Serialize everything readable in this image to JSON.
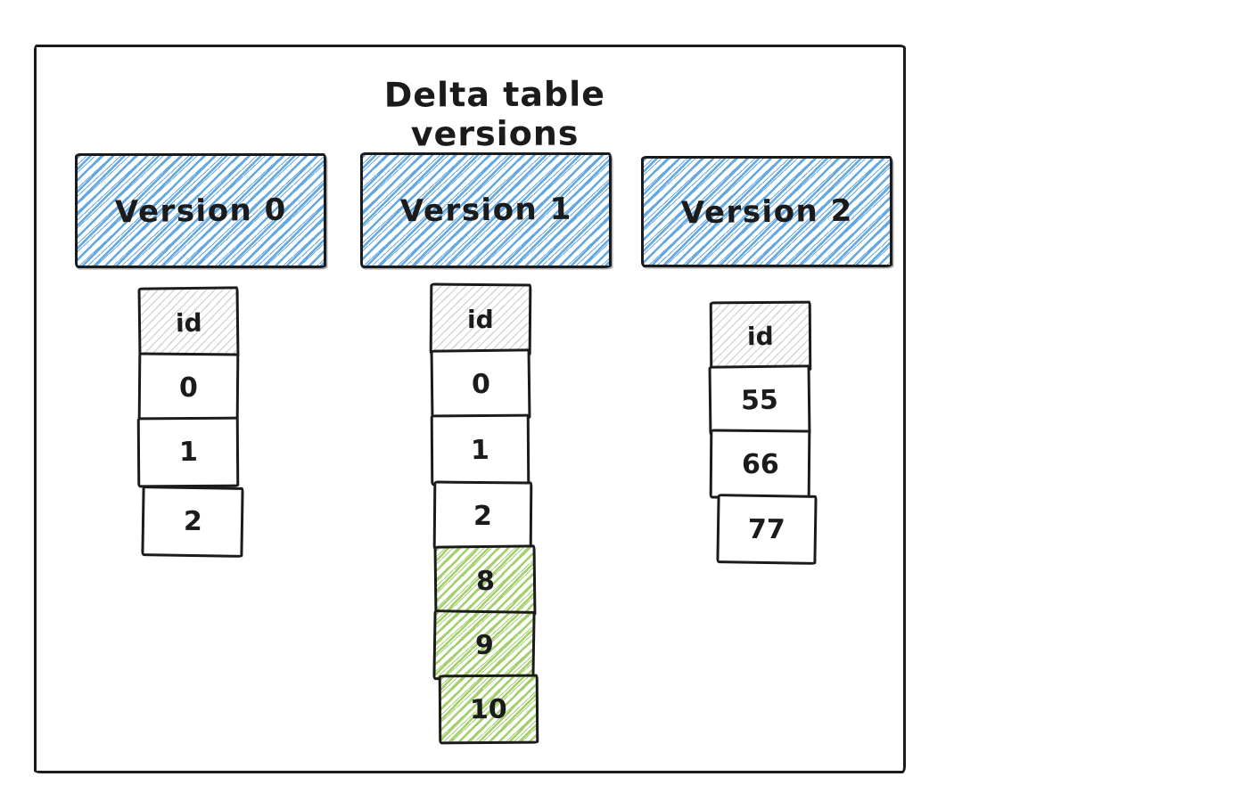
{
  "title": "Delta table versions",
  "colors": {
    "stroke": "#1b1b1b",
    "blue_hatch": "#63a8e2",
    "green_hatch": "#a3cf6d",
    "gray_hatch": "#d8d8d8"
  },
  "columns": [
    {
      "header": "Version 0",
      "id_label": "id",
      "cells": [
        {
          "value": "0",
          "highlighted": false
        },
        {
          "value": "1",
          "highlighted": false
        },
        {
          "value": "2",
          "highlighted": false
        }
      ]
    },
    {
      "header": "Version 1",
      "id_label": "id",
      "cells": [
        {
          "value": "0",
          "highlighted": false
        },
        {
          "value": "1",
          "highlighted": false
        },
        {
          "value": "2",
          "highlighted": false
        },
        {
          "value": "8",
          "highlighted": true
        },
        {
          "value": "9",
          "highlighted": true
        },
        {
          "value": "10",
          "highlighted": true
        }
      ]
    },
    {
      "header": "Version 2",
      "id_label": "id",
      "cells": [
        {
          "value": "55",
          "highlighted": false
        },
        {
          "value": "66",
          "highlighted": false
        },
        {
          "value": "77",
          "highlighted": false
        }
      ]
    }
  ]
}
